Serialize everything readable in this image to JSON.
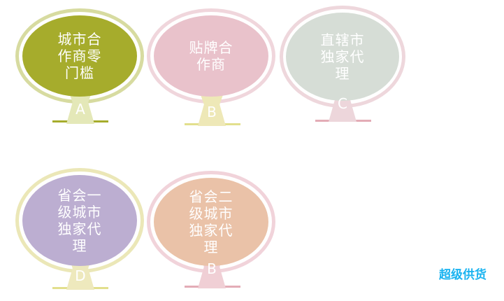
{
  "cards": [
    {
      "text": "城市合\n作商零\n门槛",
      "letter": "A",
      "fill": "#a6ac2c",
      "ring": "#d7dba0",
      "stem": "#e4e8b8",
      "base": "#a6ac2c"
    },
    {
      "text": "贴牌合\n作商",
      "letter": "B",
      "fill": "#e9c2cb",
      "ring": "#f0d6dc",
      "stem": "#eee8b7",
      "base": "#e2df8d"
    },
    {
      "text": "直辖市\n独家代\n理",
      "letter": "C",
      "fill": "#d6ddd6",
      "ring": "#eed7dc",
      "stem": "#edd6db",
      "base": "#e3acb6"
    },
    {
      "text": "省会一\n级城市\n独家代\n理",
      "letter": "D",
      "fill": "#bcaed1",
      "ring": "#ebe7b7",
      "stem": "#eee9bd",
      "base": "#e2df8d"
    },
    {
      "text": "省会二\n级城市\n独家代\n理",
      "letter": "B",
      "fill": "#eac2a8",
      "ring": "#f1d3da",
      "stem": "#f0cfd5",
      "base": "#e3acb6"
    }
  ],
  "brand": "超级供货"
}
